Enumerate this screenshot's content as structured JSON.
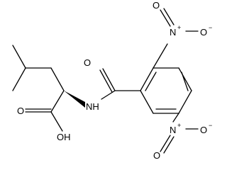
{
  "molecule": {
    "atoms": {
      "nitro_top_n": "N",
      "nitro_top_n_charge": "+",
      "nitro_top_o_minus": "O",
      "nitro_top_o_minus_charge": "−",
      "nitro_top_o_double": "O",
      "amide_o": "O",
      "amide_nh": "NH",
      "nitro_bottom_n": "N",
      "nitro_bottom_n_charge": "+",
      "nitro_bottom_o_minus": "O",
      "nitro_bottom_o_minus_charge": "−",
      "nitro_bottom_o_double": "O",
      "acid_o": "O",
      "acid_oh": "OH"
    }
  }
}
